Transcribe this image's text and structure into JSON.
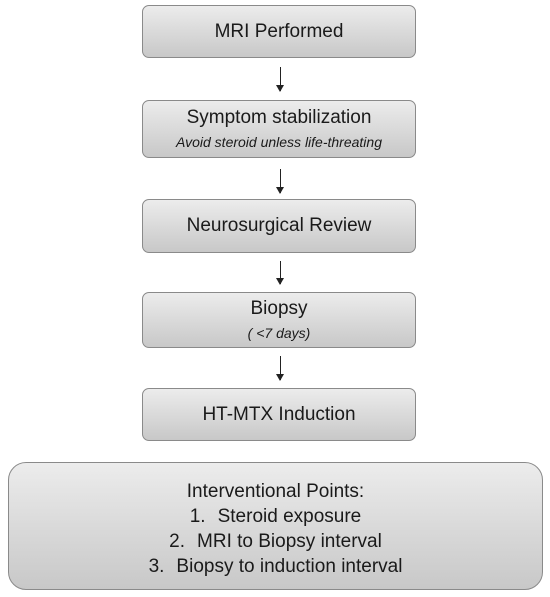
{
  "flowchart": {
    "steps": [
      {
        "title": "MRI Performed",
        "subtitle": ""
      },
      {
        "title": "Symptom stabilization",
        "subtitle": "Avoid steroid unless life-threating"
      },
      {
        "title": "Neurosurgical Review",
        "subtitle": ""
      },
      {
        "title": "Biopsy",
        "subtitle": "( <7 days)"
      },
      {
        "title": "HT-MTX Induction",
        "subtitle": ""
      }
    ]
  },
  "summary": {
    "title": "Interventional Points:",
    "items": [
      {
        "num": "1.",
        "text": "Steroid exposure"
      },
      {
        "num": "2.",
        "text": "MRI to Biopsy interval"
      },
      {
        "num": "3.",
        "text": "Biopsy to induction interval"
      }
    ]
  }
}
